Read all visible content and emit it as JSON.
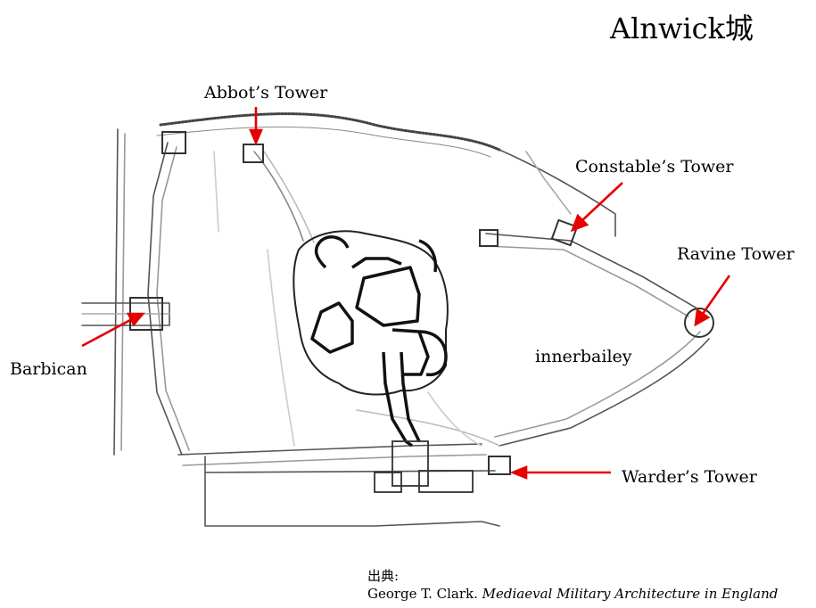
{
  "title": "Alnwick城",
  "labels": {
    "abbots_tower": "Abbot’s Tower",
    "constables_tower": "Constable’s Tower",
    "ravine_tower": "Ravine Tower",
    "barbican": "Barbican",
    "inner_bailey": "innerbailey",
    "warders_tower": "Warder’s Tower"
  },
  "source": {
    "heading": "出典:",
    "author": "George T. Clark. ",
    "book": "Mediaeval Military Architecture in England"
  },
  "colors": {
    "arrow": "#e60000",
    "ink": "#1a1a1a",
    "faint_ink": "#9a9a9a"
  }
}
